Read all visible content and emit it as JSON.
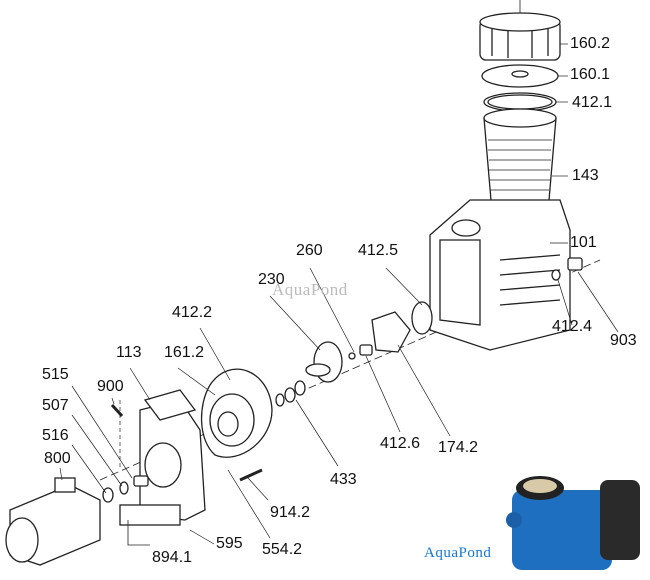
{
  "diagram": {
    "part_labels": {
      "p160_2": "160.2",
      "p160_1": "160.1",
      "p412_1": "412.1",
      "p143": "143",
      "p101": "101",
      "p412_5": "412.5",
      "p260": "260",
      "p230": "230",
      "p412_2": "412.2",
      "p113": "113",
      "p161_2": "161.2",
      "p515": "515",
      "p900": "900",
      "p507": "507",
      "p516": "516",
      "p800": "800",
      "p412_4": "412.4",
      "p903": "903",
      "p412_6": "412.6",
      "p174_2": "174.2",
      "p433": "433",
      "p914_2": "914.2",
      "p595": "595",
      "p554_2": "554.2",
      "p894_1": "894.1"
    },
    "watermark": "AquaPond",
    "brand_logo": "AquaPond",
    "colors": {
      "line": "#222222",
      "pump_blue": "#1f6fc0",
      "logo_blue": "#1a76c9"
    }
  }
}
